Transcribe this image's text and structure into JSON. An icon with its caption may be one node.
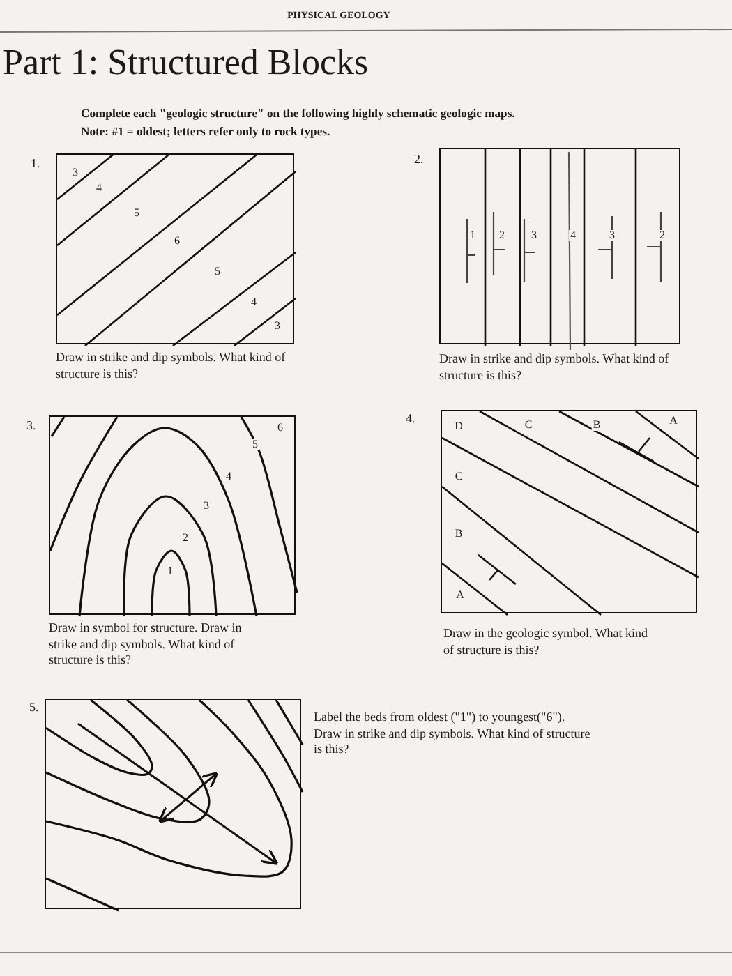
{
  "diagram": {
    "title": "Part 1: Structured Blocks",
    "nodes": [
      {
        "text": [
          "3",
          "4",
          "5",
          "6",
          "5",
          "4",
          "3"
        ],
        "beside": [
          "1.",
          "Draw in strike and dip symbols. What kind of structure is this?"
        ]
      },
      {
        "text": [
          "1",
          "2",
          "3",
          "4",
          "3",
          "2"
        ],
        "beside": [
          "2.",
          "Draw in strike and dip symbols. What kind of structure is this?"
        ]
      },
      {
        "text": [
          "6",
          "5",
          "4",
          "3",
          "2",
          "1"
        ],
        "beside": [
          "3.",
          "Draw in symbol for structure. Draw in strike and dip symbols. What kind of structure is this?"
        ]
      },
      {
        "text": [
          "D",
          "C",
          "B",
          "A",
          "C",
          "B",
          "A"
        ],
        "beside": [
          "4.",
          "Draw in the geologic symbol. What kind of structure is this?"
        ]
      },
      {
        "text": [],
        "shape": "box",
        "beside": [
          "5.",
          "Label the beds from oldest (\"1\") to youngest(\"6\").  Draw in strike and dip symbols. What kind of structure is this?"
        ]
      }
    ],
    "labels": [
      "PHYSICAL GEOLOGY",
      "Complete each \"geologic structure\" on the following highly schematic geologic maps.",
      "Note: #1 = oldest; letters refer only to rock types."
    ]
  }
}
